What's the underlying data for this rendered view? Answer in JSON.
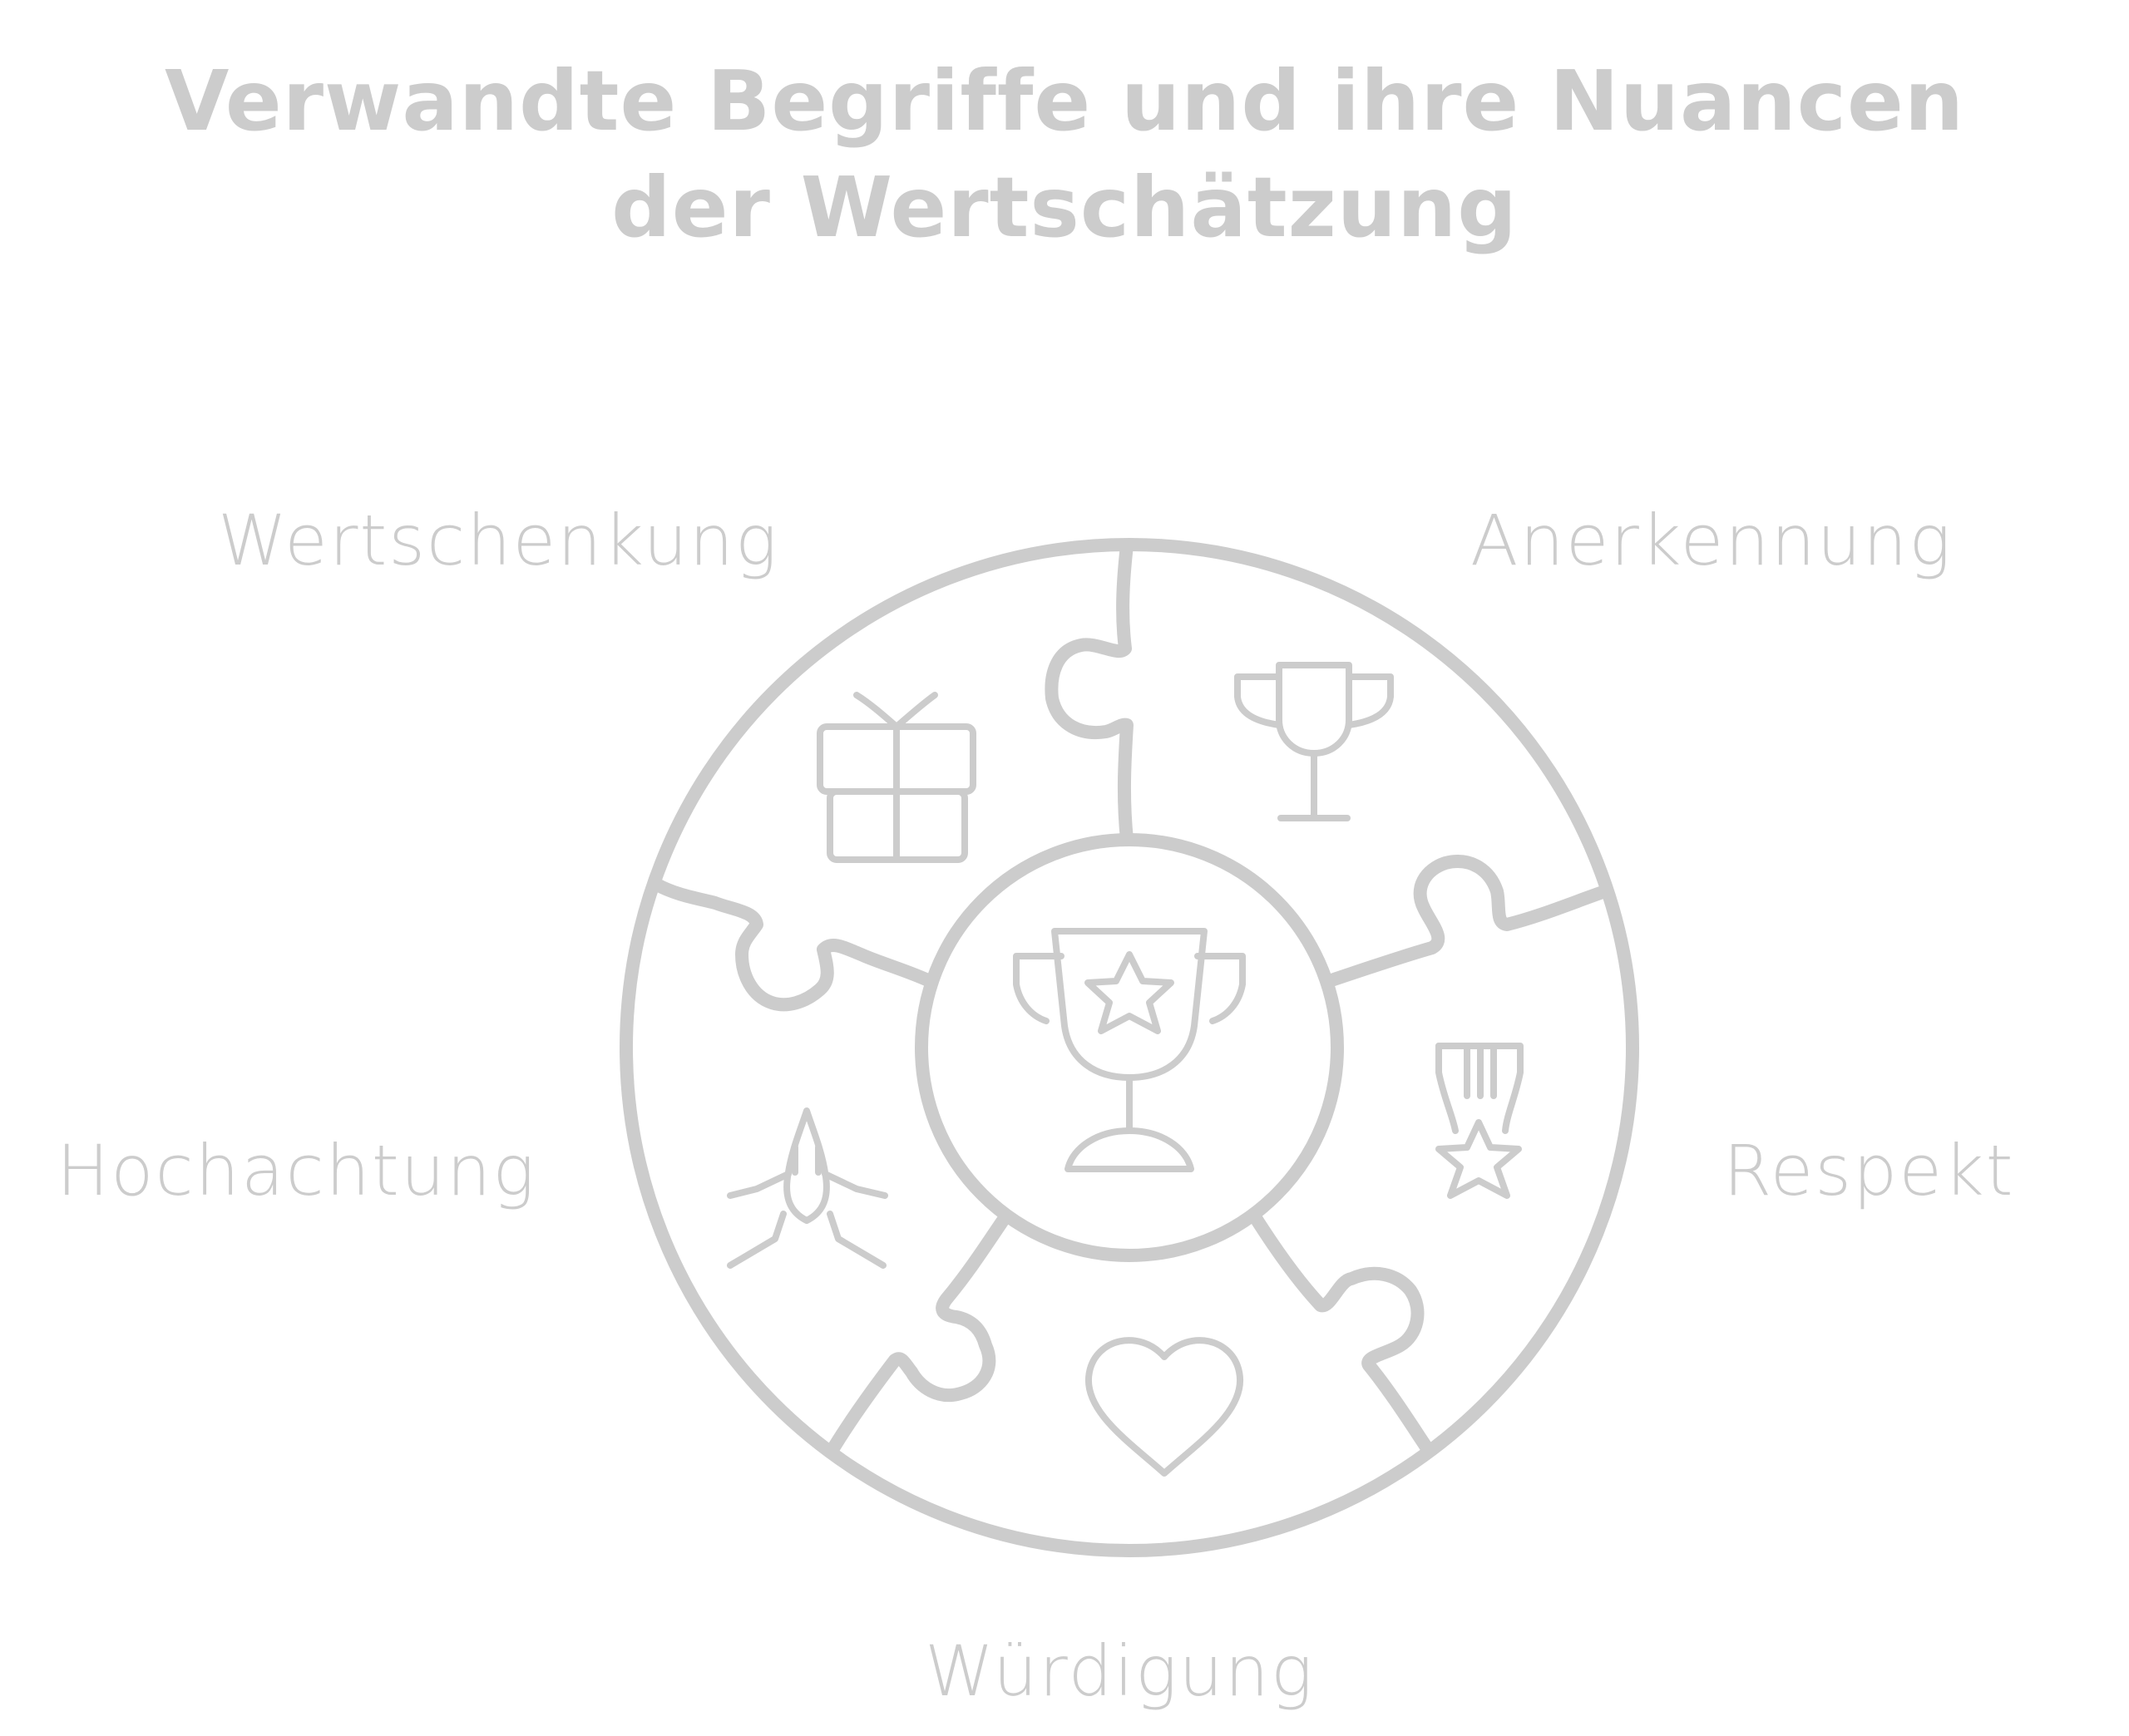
{
  "title": "Verwandte Begriffe und ihre Nuancen der Wertschätzung",
  "colors": {
    "stroke": "#cccccc",
    "text": "#cccccc",
    "background": "#ffffff"
  },
  "segments": [
    {
      "label": "Wertschenkung",
      "icon": "gift-icon"
    },
    {
      "label": "Anerkennung",
      "icon": "trophy-cup-icon"
    },
    {
      "label": "Respekt",
      "icon": "hand-star-icon"
    },
    {
      "label": "Würdigung",
      "icon": "heart-icon"
    },
    {
      "label": "Hochachtung",
      "icon": "praying-hands-icon"
    }
  ],
  "center": {
    "icon": "star-trophy-icon"
  }
}
